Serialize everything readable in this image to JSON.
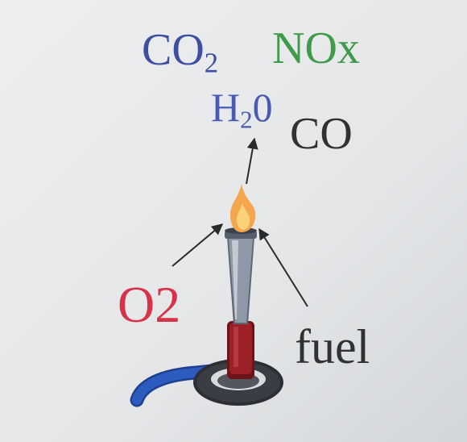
{
  "labels": {
    "co2": {
      "main": "CO",
      "sub": "2"
    },
    "nox": "NOx",
    "h2o": {
      "pre": "H",
      "sub": "2",
      "post": "0"
    },
    "co": "CO",
    "o2": "O2",
    "fuel": "fuel"
  },
  "colors": {
    "co2": "#3e4fa0",
    "nox": "#3f9a4a",
    "h2o": "#4a5ab0",
    "co": "#2f3133",
    "o2": "#d6334a",
    "fuel": "#2f3133",
    "hose": "#2c5cc0",
    "base_ring": "#3a3d44",
    "barrel": "#8e98a6",
    "collar": "#9b2028",
    "flame_outer": "#f4a64e",
    "flame_inner": "#fbd27a"
  },
  "icons": {
    "burner": "bunsen-burner-icon",
    "flame": "flame-icon",
    "hose": "gas-hose-icon"
  }
}
